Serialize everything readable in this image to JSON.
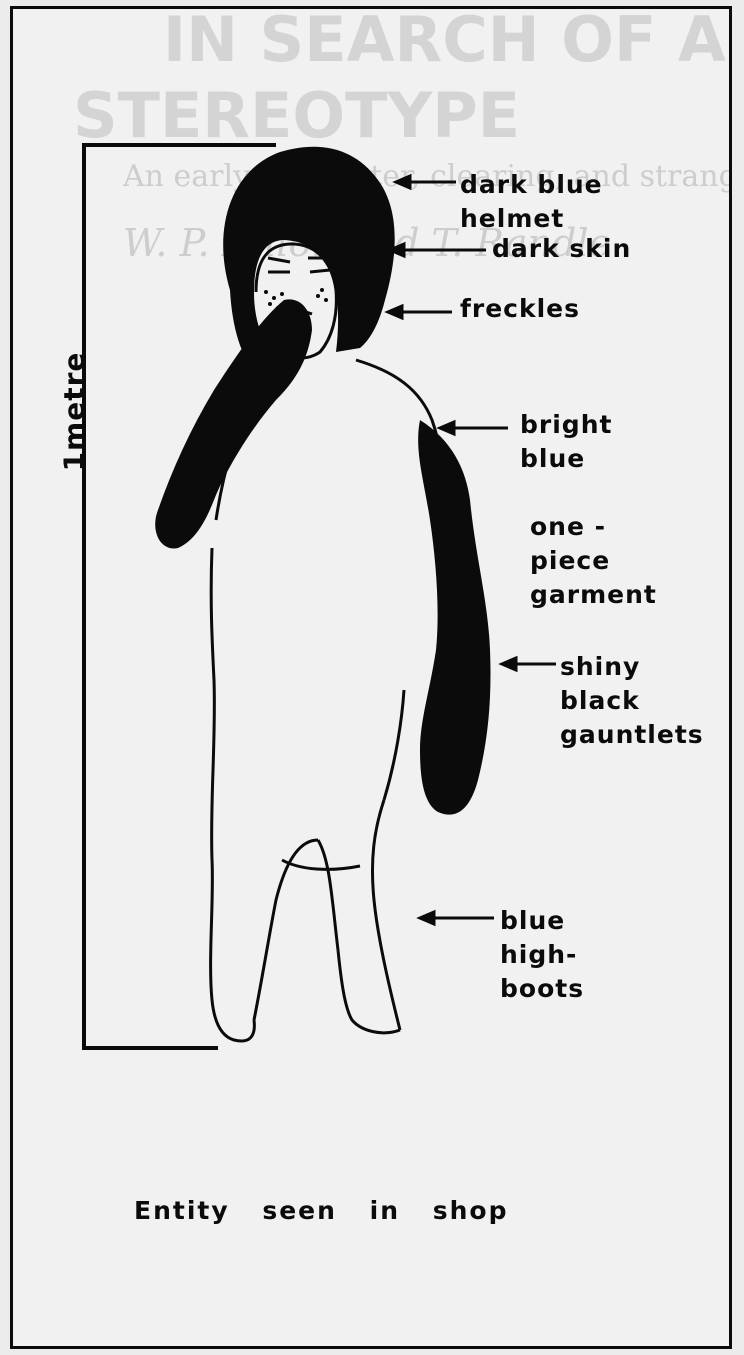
{
  "labels": {
    "helmet": "dark blue\nhelmet",
    "skin": "dark skin",
    "freckles": "freckles",
    "bright_blue": "bright\nblue",
    "garment": "one -\npiece\ngarment",
    "gauntlets": "shiny\nblack\ngauntlets",
    "boots": "blue\nhigh-\nboots"
  },
  "scale_label": "1metre",
  "caption": "Entity seen in shop",
  "colors": {
    "ink": "#0b0b0b",
    "paper": "#f1f1f1",
    "bleed": "#d2d2d2"
  },
  "background_bleed": {
    "title_line_1": "IN SEARCH OF A",
    "title_line_2": "STEREOTYPE",
    "subtitle": "An early encounter, clearing, and strange",
    "byline": "W. P. Dillon and T. Randle"
  }
}
